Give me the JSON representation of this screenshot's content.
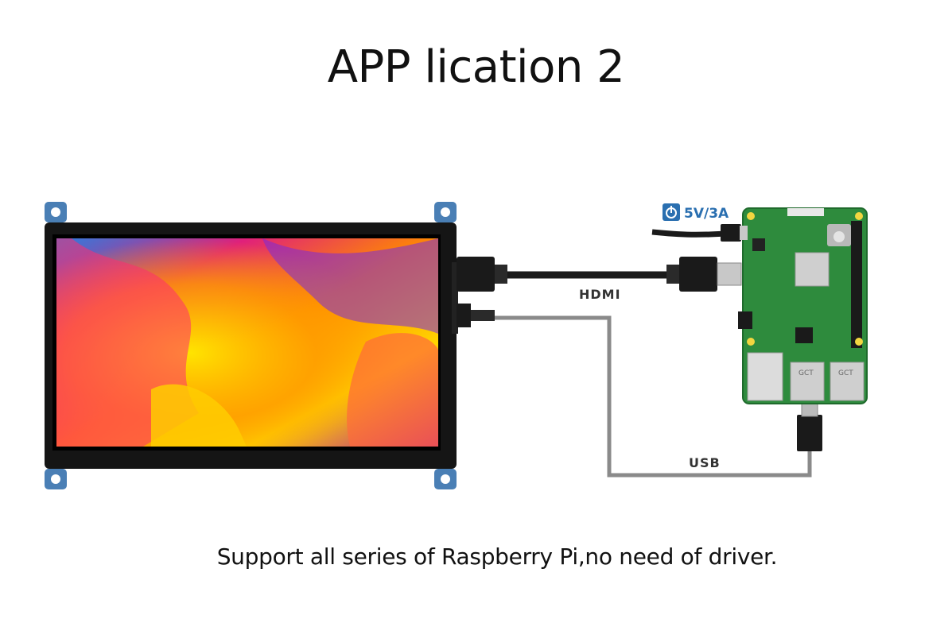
{
  "title": "APP lication 2",
  "caption": "Support all series of Raspberry Pi,no need of driver.",
  "diagram": {
    "power_label": "5V/3A",
    "hdmi_label": "HDMI",
    "usb_label": "USB",
    "usb_port_labels": [
      "GCT",
      "GCT"
    ],
    "icons": [
      "power-icon",
      "raspberry-pi-logo"
    ],
    "colors": {
      "power_accent": "#2a6fb0",
      "board_green": "#2e8b3d",
      "display_frame": "#111111",
      "mount_tab": "#4a7fb5",
      "cable_black": "#1a1a1a",
      "cable_grey": "#8a8a8a"
    }
  }
}
